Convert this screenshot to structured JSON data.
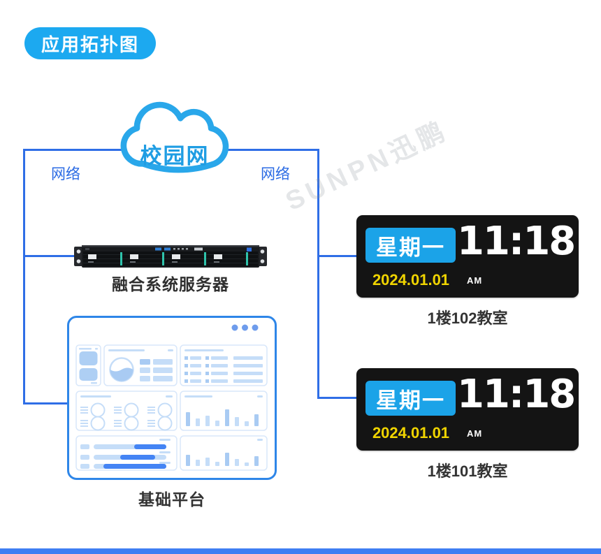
{
  "badge": {
    "label": "应用拓扑图"
  },
  "cloud": {
    "label": "校园网"
  },
  "connections": {
    "left_label": "网络",
    "right_label": "网络"
  },
  "server": {
    "label": "融合系统服务器"
  },
  "platform": {
    "label": "基础平台"
  },
  "clocks": [
    {
      "week": "星期一",
      "date": "2024.01.01",
      "time": "11:18",
      "meridiem": "AM",
      "room": "1楼102教室"
    },
    {
      "week": "星期一",
      "date": "2024.01.01",
      "time": "11:18",
      "meridiem": "AM",
      "room": "1楼101教室"
    }
  ],
  "watermark": "SUNPN迅鹏",
  "colors": {
    "badge_blue": "#1ca9f0",
    "cloud_stroke_blue": "#29a7ea",
    "cloud_text_blue": "#1f9de3",
    "connector_blue": "#2f6ee6",
    "network_label_blue": "#2b6be4",
    "clock_bg": "#141414",
    "clock_week_blue": "#1ba3e8",
    "clock_date_yellow": "#f0d400",
    "dashboard_accent": "#4484f4",
    "server_stripe_teal": "#2fc3ac",
    "bottom_bar_blue": "#3f7ef3"
  }
}
